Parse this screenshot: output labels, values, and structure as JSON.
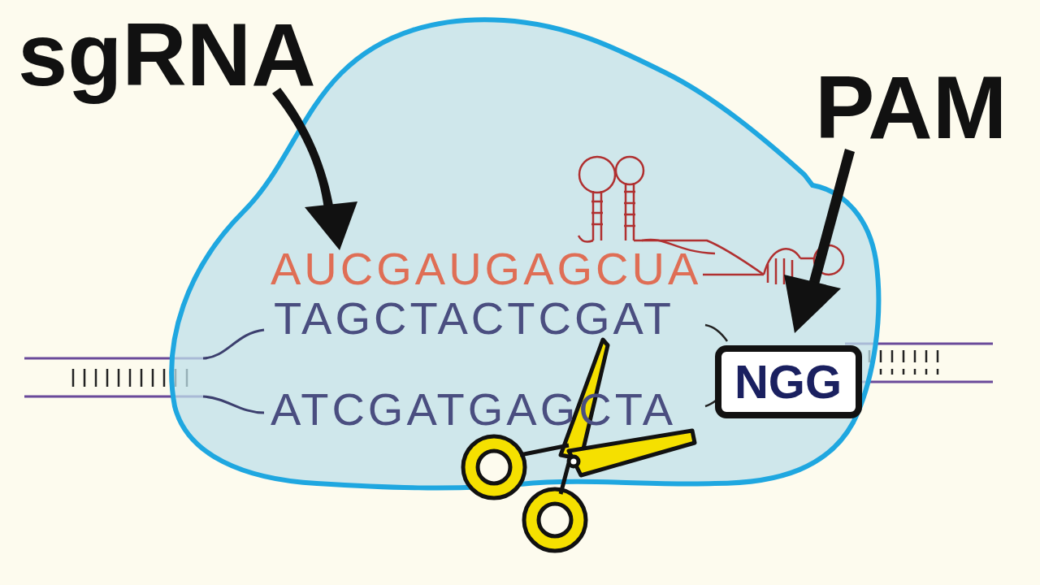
{
  "diagram": {
    "nodes": [
      {
        "text": [
          "NGG"
        ]
      }
    ],
    "labels": [
      "sgRNA",
      "PAM",
      "AUCGAUGAGCUA",
      "TAGCTACTCGAT",
      "ATCGATGAGCTA"
    ]
  }
}
